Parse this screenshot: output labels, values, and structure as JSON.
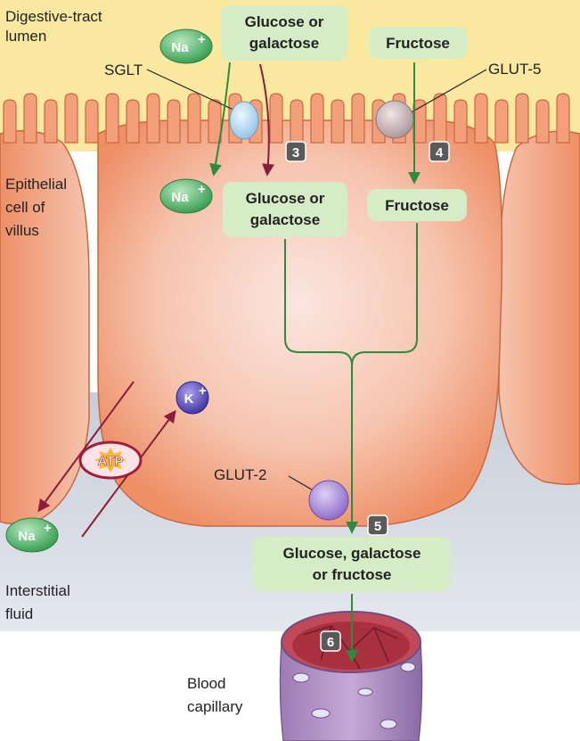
{
  "labels": {
    "lumen": [
      "Digestive-tract",
      "lumen"
    ],
    "epithelial": [
      "Epithelial",
      "cell of",
      "villus"
    ],
    "interstitial": [
      "Interstitial",
      "fluid"
    ],
    "capillary": [
      "Blood",
      "capillary"
    ],
    "sglt": "SGLT",
    "glut5": "GLUT-5",
    "glut2": "GLUT-2"
  },
  "boxes": {
    "glucose_top": [
      "Glucose or",
      "galactose"
    ],
    "fructose_top": "Fructose",
    "glucose_mid": [
      "Glucose or",
      "galactose"
    ],
    "fructose_mid": "Fructose",
    "combined": [
      "Glucose, galactose",
      "or fructose"
    ]
  },
  "ions": {
    "na": "Na",
    "na_sup": "+",
    "k": "K",
    "k_sup": "+",
    "atp": "ATP"
  },
  "steps": [
    "3",
    "4",
    "5",
    "6"
  ],
  "colors": {
    "lumen": "#fbe8a0",
    "cell": "#f3a77f",
    "interstitial": "#d8dde5",
    "box_fill": "#d6ecc7",
    "arrow_green": "#2e8b3e",
    "arrow_maroon": "#8b1c3a",
    "na_fill": "#3aa655",
    "k_fill": "#4a3fb0",
    "sglt": "#bcdcf2",
    "glut5": "#c9b6b9",
    "glut2": "#a98ad6",
    "step_badge": "#5a5a5a"
  }
}
